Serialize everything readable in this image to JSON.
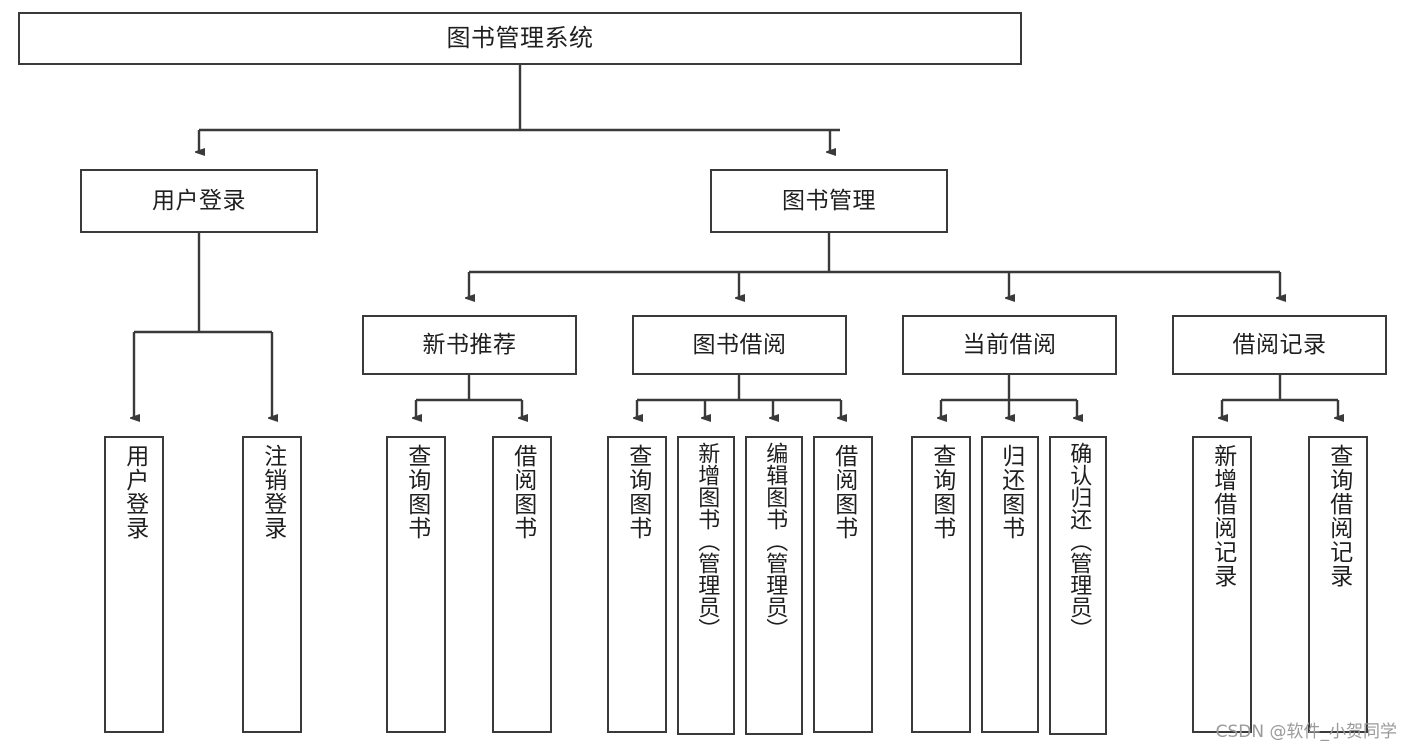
{
  "diagram": {
    "title": "图书管理系统",
    "type": "tree",
    "root": {
      "id": "root",
      "label": "图书管理系统"
    },
    "level2": [
      {
        "id": "user-login",
        "label": "用户登录"
      },
      {
        "id": "book-manage",
        "label": "图书管理"
      }
    ],
    "level3": [
      {
        "id": "new-book-recommend",
        "label": "新书推荐",
        "parent": "book-manage"
      },
      {
        "id": "book-borrow",
        "label": "图书借阅",
        "parent": "book-manage"
      },
      {
        "id": "current-borrow",
        "label": "当前借阅",
        "parent": "book-manage"
      },
      {
        "id": "borrow-record",
        "label": "借阅记录",
        "parent": "book-manage"
      }
    ],
    "leaves": [
      {
        "id": "leaf-user-login",
        "label": "用户登录",
        "parent": "user-login"
      },
      {
        "id": "leaf-logout",
        "label": "注销登录",
        "parent": "user-login"
      },
      {
        "id": "leaf-query-book-1",
        "label": "查询图书",
        "parent": "new-book-recommend"
      },
      {
        "id": "leaf-borrow-book-1",
        "label": "借阅图书",
        "parent": "new-book-recommend"
      },
      {
        "id": "leaf-query-book-2",
        "label": "查询图书",
        "parent": "book-borrow"
      },
      {
        "id": "leaf-add-book",
        "label": "新增图书（管理员）",
        "parent": "book-borrow"
      },
      {
        "id": "leaf-edit-book",
        "label": "编辑图书（管理员）",
        "parent": "book-borrow"
      },
      {
        "id": "leaf-borrow-book-2",
        "label": "借阅图书",
        "parent": "book-borrow"
      },
      {
        "id": "leaf-query-book-3",
        "label": "查询图书",
        "parent": "current-borrow"
      },
      {
        "id": "leaf-return-book",
        "label": "归还图书",
        "parent": "current-borrow"
      },
      {
        "id": "leaf-confirm-return",
        "label": "确认归还（管理员）",
        "parent": "current-borrow"
      },
      {
        "id": "leaf-add-record",
        "label": "新增借阅记录",
        "parent": "borrow-record"
      },
      {
        "id": "leaf-query-record",
        "label": "查询借阅记录",
        "parent": "borrow-record"
      }
    ],
    "colors": {
      "border": "#3a3a3a",
      "fill": "#ffffff",
      "text": "#1f1f1f",
      "watermark": "#9a9a9a"
    }
  },
  "watermark": {
    "text": "CSDN @软件_小贺同学"
  }
}
